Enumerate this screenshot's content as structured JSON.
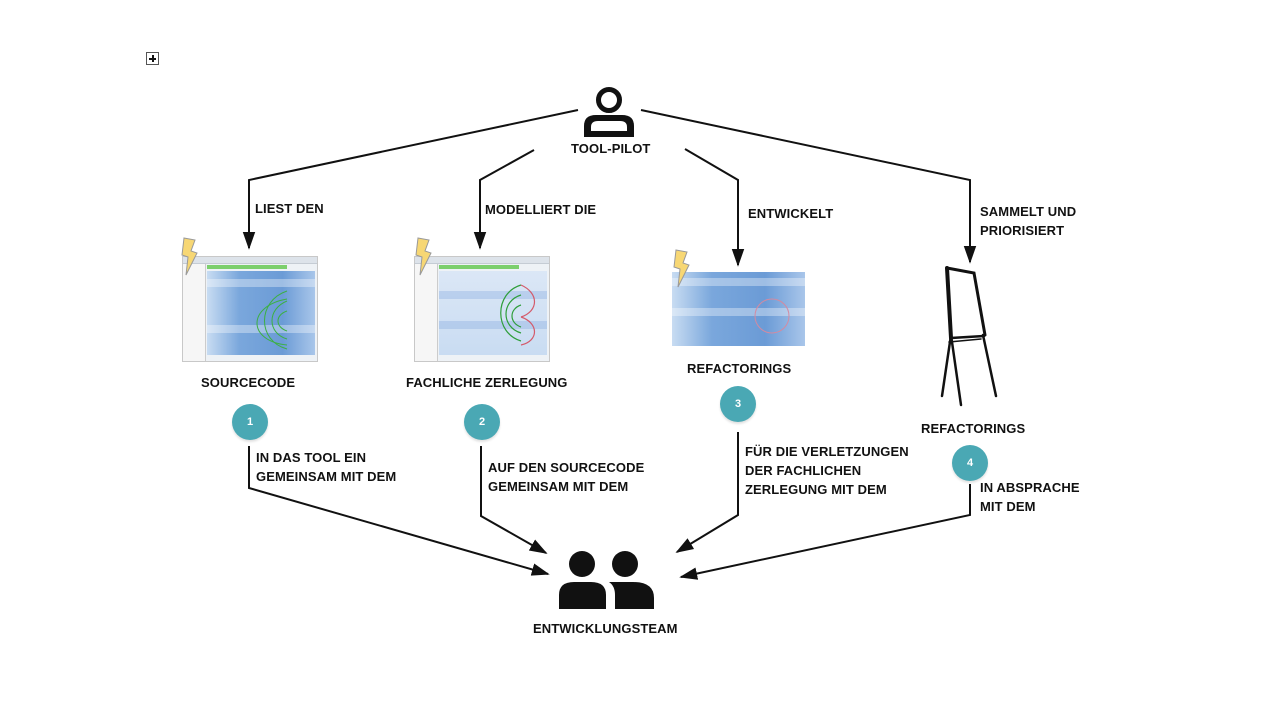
{
  "toolbar": {
    "expand_icon": "plus-box-icon"
  },
  "actors": {
    "tool_pilot": {
      "label": "TOOL-PILOT",
      "icon": "person-icon"
    },
    "team": {
      "label": "ENTWICKLUNGSTEAM",
      "icon": "people-icon"
    }
  },
  "top_edges": [
    {
      "label_lines": [
        "LIEST DEN"
      ]
    },
    {
      "label_lines": [
        "MODELLIERT DIE"
      ]
    },
    {
      "label_lines": [
        "ENTWICKELT"
      ]
    },
    {
      "label_lines": [
        "SAMMELT UND",
        "PRIORISIERT"
      ]
    }
  ],
  "artifacts": [
    {
      "caption": "SOURCECODE",
      "image": "tool-screenshot-dependency-graph",
      "badge_icon": "lightning-icon"
    },
    {
      "caption": "FACHLICHE ZERLEGUNG",
      "image": "tool-screenshot-domain-model",
      "badge_icon": "lightning-icon"
    },
    {
      "caption": "REFACTORINGS",
      "image": "tool-screenshot-refactorings",
      "badge_icon": "lightning-icon"
    },
    {
      "caption": "REFACTORINGS",
      "image": "flipchart-icon"
    }
  ],
  "steps": [
    {
      "number": "1",
      "label_lines": [
        "IN DAS TOOL EIN",
        "GEMEINSAM MIT DEM"
      ]
    },
    {
      "number": "2",
      "label_lines": [
        "AUF DEN SOURCECODE",
        "GEMEINSAM MIT DEM"
      ]
    },
    {
      "number": "3",
      "label_lines": [
        "FÜR DIE VERLETZUNGEN",
        "DER FACHLICHEN",
        "ZERLEGUNG MIT DEM"
      ]
    },
    {
      "number": "4",
      "label_lines": [
        "IN ABSPRACHE",
        "MIT DEM"
      ]
    }
  ],
  "colors": {
    "badge": "#4aa8b4",
    "line": "#111111",
    "bolt": "#f7d774"
  }
}
